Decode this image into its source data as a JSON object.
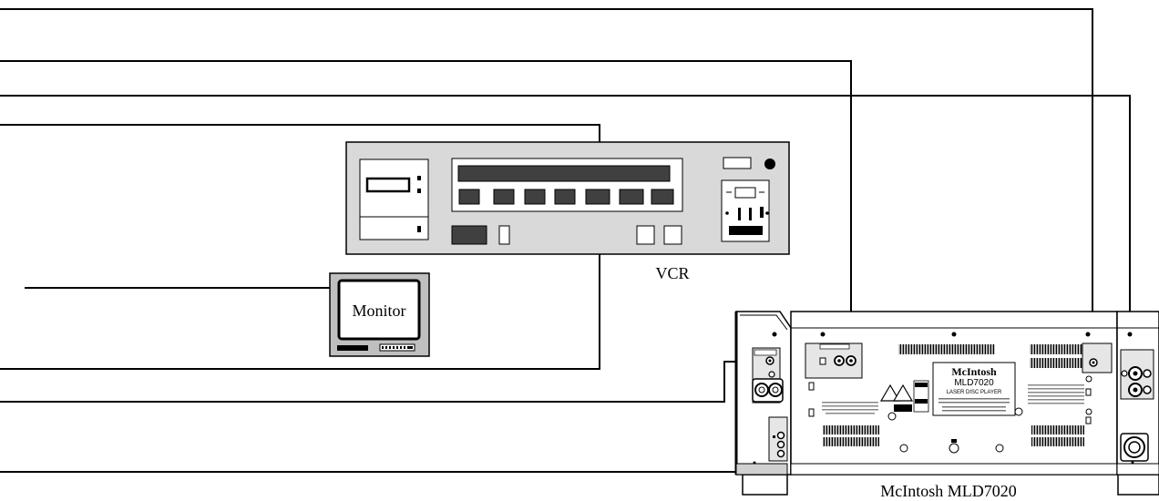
{
  "diagram": {
    "vcr_label": "VCR",
    "monitor_label": "Monitor",
    "player_label": "McIntosh MLD7020",
    "panel_logo": "McIntosh",
    "panel_model": "MLD7020",
    "panel_subtitle": "LASER DISC PLAYER"
  }
}
